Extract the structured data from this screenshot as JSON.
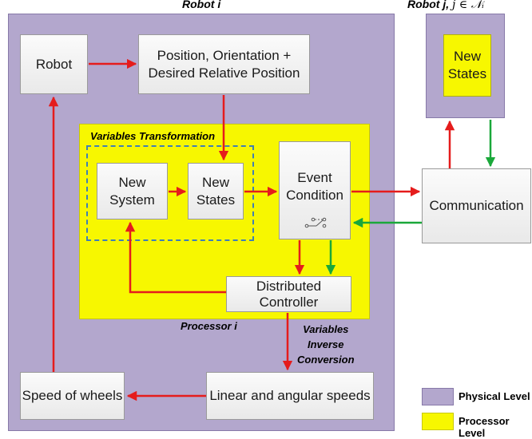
{
  "robot_i_title": "Robot i",
  "robot_j_title": {
    "prefix": "Robot j,",
    "math": "j ∈ 𝒩ᵢ"
  },
  "nodes": {
    "robot": "Robot",
    "position": "Position, Orientation +\nDesired Relative Position",
    "new_system": "New\nSystem",
    "new_states": "New\nStates",
    "event_condition": "Event\nCondition",
    "distributed_controller": "Distributed\nController",
    "communication": "Communication",
    "robot_j_states": "New\nStates",
    "linear_angular": "Linear and angular speeds",
    "speed_wheels": "Speed of wheels"
  },
  "labels": {
    "variables_transformation": "Variables Transformation",
    "processor_i": "Processor i",
    "inverse_conversion": "Variables\nInverse\nConversion"
  },
  "legend": [
    {
      "label": "Physical Level",
      "color": "#b3a7cd"
    },
    {
      "label": "Processor Level",
      "color": "#f7f700"
    }
  ],
  "colors": {
    "red_arrow": "#e51c1c",
    "green_arrow": "#1aa83a"
  }
}
